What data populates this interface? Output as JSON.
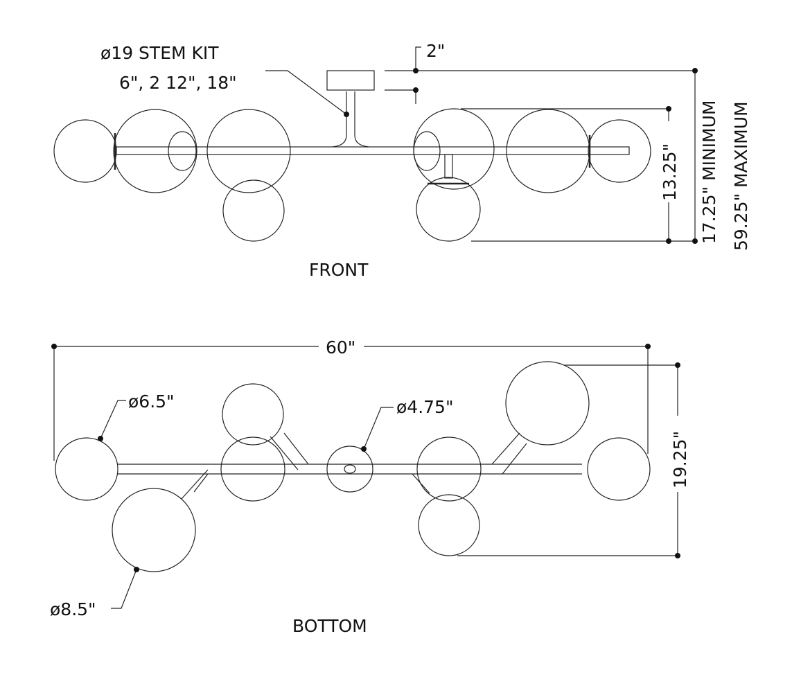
{
  "front": {
    "title": "FRONT",
    "stem_label_line1": "ø19 STEM KIT",
    "stem_label_line2": "6\", 2 12\",  18\"",
    "canopy_dim": "2\"",
    "height_dim": "13.25\"",
    "min_dim": "17.25\" MINIMUM",
    "max_dim": "59.25\" MAXIMUM"
  },
  "bottom": {
    "title": "BOTTOM",
    "width_dim": "60\"",
    "depth_dim": "19.25\"",
    "small_globe": "ø6.5\"",
    "large_globe": "ø8.5\"",
    "center_globe": "ø4.75\""
  }
}
